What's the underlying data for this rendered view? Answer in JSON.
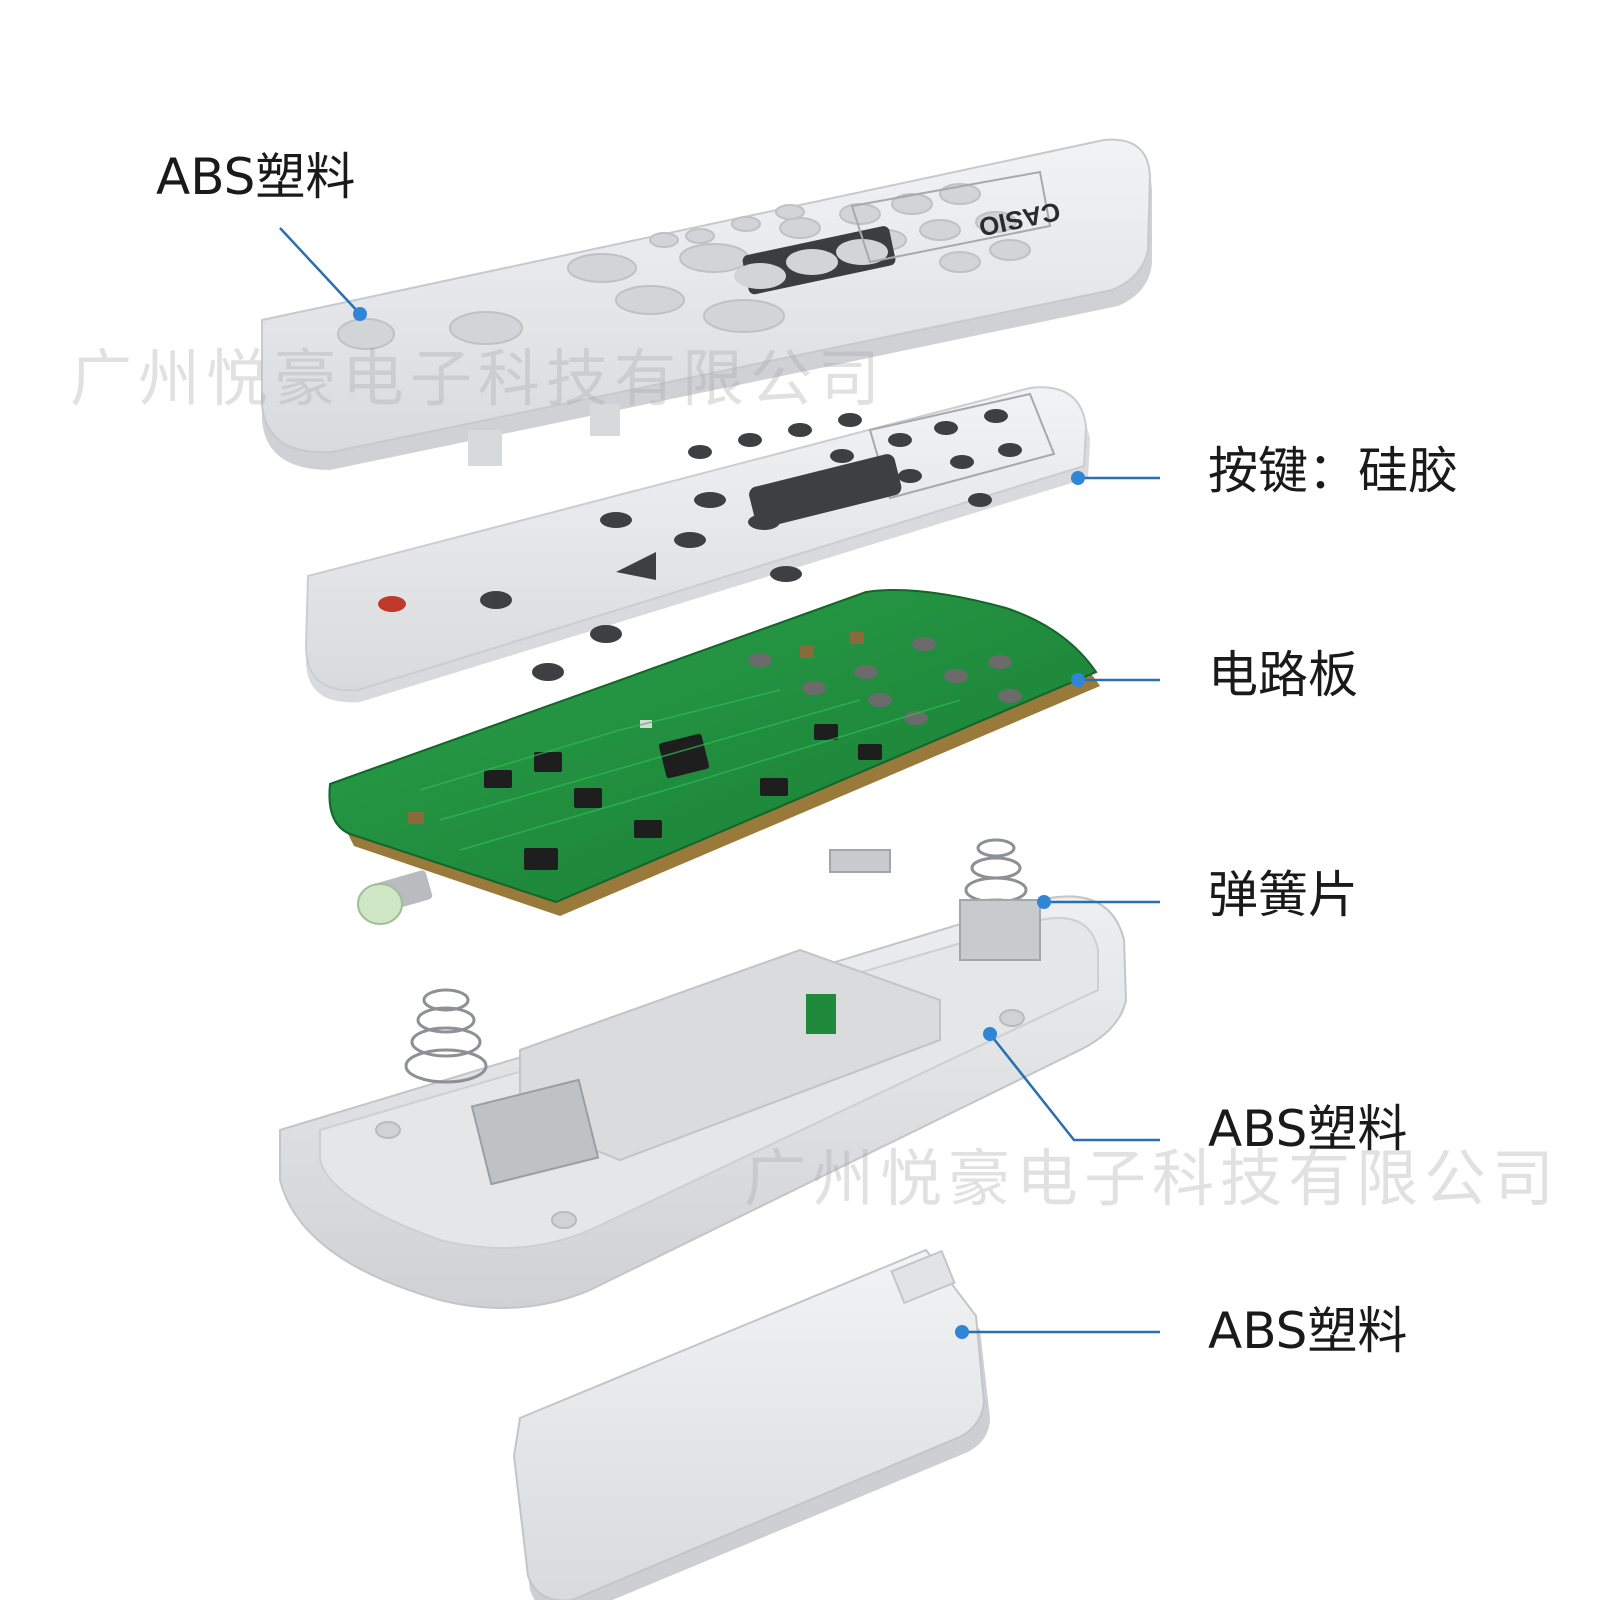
{
  "labels": {
    "top_cover": "ABS塑料",
    "keypad": "按键：硅胶",
    "pcb": "电路板",
    "spring": "弹簧片",
    "bottom_shell": "ABS塑料",
    "battery_cover": "ABS塑料"
  },
  "brand": "CASIO",
  "watermark": {
    "upper": "广州悦豪电子科技有限公司",
    "lower": "广州悦豪电子科技有限公司"
  },
  "colors": {
    "callout_line": "#2a6fb0",
    "callout_dot": "#2f86d6",
    "plastic": "#e7e8ea",
    "pcb": "#1f8a3c",
    "keys": "#3d3f41"
  }
}
